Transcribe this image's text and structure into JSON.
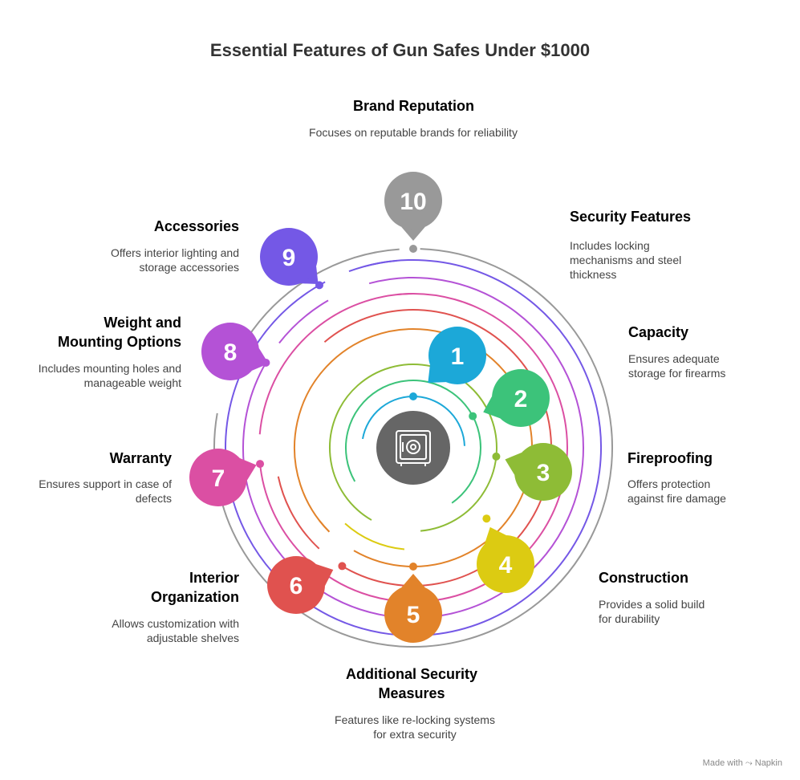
{
  "title": "Essential Features of Gun Safes Under $1000",
  "footer": {
    "made_with": "Made with",
    "brand": "Napkin"
  },
  "center_icon": "safe-icon",
  "features": [
    {
      "number": "1",
      "title": "Security Features",
      "description": "Includes locking mechanisms and steel thickness",
      "color": "#1CA8D8"
    },
    {
      "number": "2",
      "title": "Capacity",
      "description": "Ensures adequate storage for firearms",
      "color": "#3CC37A"
    },
    {
      "number": "3",
      "title": "Fireproofing",
      "description": "Offers protection against fire damage",
      "color": "#8EBC36"
    },
    {
      "number": "4",
      "title": "Construction",
      "description": "Provides a solid build for durability",
      "color": "#DCCB12"
    },
    {
      "number": "5",
      "title": "Additional Security Measures",
      "description": "Features like re-locking systems for extra security",
      "color": "#E2832A"
    },
    {
      "number": "6",
      "title": "Interior Organization",
      "description": "Allows customization with adjustable shelves",
      "color": "#E0524F"
    },
    {
      "number": "7",
      "title": "Warranty",
      "description": "Ensures support in case of defects",
      "color": "#DB4FA3"
    },
    {
      "number": "8",
      "title": "Weight and Mounting Options",
      "description": "Includes mounting holes and manageable weight",
      "color": "#B452D6"
    },
    {
      "number": "9",
      "title": "Accessories",
      "description": "Offers interior lighting and storage accessories",
      "color": "#7458E6"
    },
    {
      "number": "10",
      "title": "Brand Reputation",
      "description": "Focuses on reputable brands for reliability",
      "color": "#999999"
    }
  ]
}
